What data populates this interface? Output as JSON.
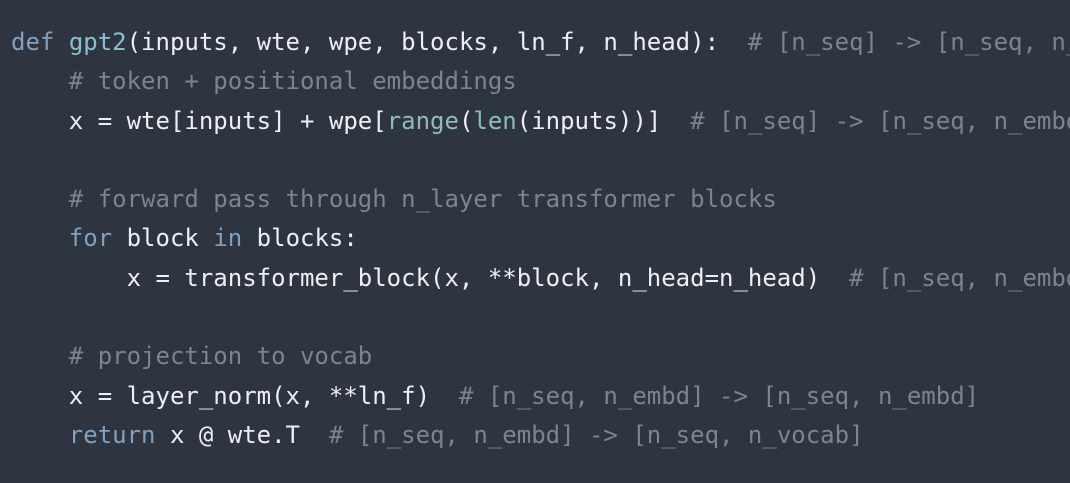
{
  "code_lines": [
    {
      "indent": "",
      "tokens": [
        {
          "t": "def",
          "c": "kw"
        },
        {
          "t": " ",
          "c": "tx"
        },
        {
          "t": "gpt2",
          "c": "fn"
        },
        {
          "t": "(inputs, wte, wpe, blocks, ln_f, n_head):",
          "c": "tx"
        },
        {
          "t": "  # [n_seq] -> [n_seq, n_vocab]",
          "c": "cm"
        }
      ]
    },
    {
      "indent": "    ",
      "tokens": [
        {
          "t": "# token + positional embeddings",
          "c": "cm"
        }
      ]
    },
    {
      "indent": "    ",
      "tokens": [
        {
          "t": "x = wte[inputs] + wpe[",
          "c": "tx"
        },
        {
          "t": "range",
          "c": "bi"
        },
        {
          "t": "(",
          "c": "tx"
        },
        {
          "t": "len",
          "c": "bi"
        },
        {
          "t": "(inputs))]",
          "c": "tx"
        },
        {
          "t": "  # [n_seq] -> [n_seq, n_embd]",
          "c": "cm"
        }
      ]
    },
    {
      "indent": "",
      "tokens": []
    },
    {
      "indent": "    ",
      "tokens": [
        {
          "t": "# forward pass through n_layer transformer blocks",
          "c": "cm"
        }
      ]
    },
    {
      "indent": "    ",
      "tokens": [
        {
          "t": "for",
          "c": "kw"
        },
        {
          "t": " block ",
          "c": "tx"
        },
        {
          "t": "in",
          "c": "kw"
        },
        {
          "t": " blocks:",
          "c": "tx"
        }
      ]
    },
    {
      "indent": "        ",
      "tokens": [
        {
          "t": "x = transformer_block(x, **block, n_head=n_head)",
          "c": "tx"
        },
        {
          "t": "  # [n_seq, n_embd] -> [n_seq, n_embd]",
          "c": "cm"
        }
      ]
    },
    {
      "indent": "",
      "tokens": []
    },
    {
      "indent": "    ",
      "tokens": [
        {
          "t": "# projection to vocab",
          "c": "cm"
        }
      ]
    },
    {
      "indent": "    ",
      "tokens": [
        {
          "t": "x = layer_norm(x, **ln_f)",
          "c": "tx"
        },
        {
          "t": "  # [n_seq, n_embd] -> [n_seq, n_embd]",
          "c": "cm"
        }
      ]
    },
    {
      "indent": "    ",
      "tokens": [
        {
          "t": "return",
          "c": "kw"
        },
        {
          "t": " x @ wte.T",
          "c": "tx"
        },
        {
          "t": "  # [n_seq, n_embd] -> [n_seq, n_vocab]",
          "c": "cm"
        }
      ]
    }
  ],
  "colors": {
    "background": "#2e3440",
    "keyword": "#81a1c1",
    "function_name": "#88c0d0",
    "builtin": "#8fbcbb",
    "comment": "#7b8394",
    "text": "#eceff4"
  }
}
